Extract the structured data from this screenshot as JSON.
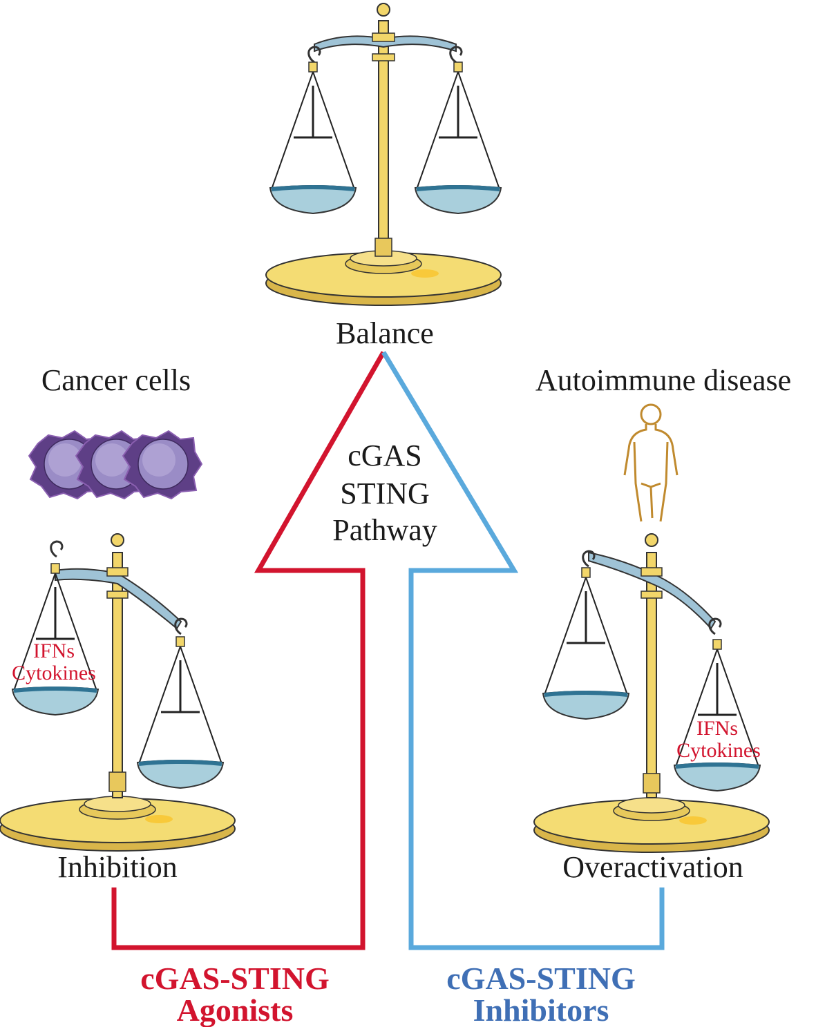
{
  "labels": {
    "balance": "Balance",
    "cancer_cells": "Cancer cells",
    "autoimmune_disease": "Autoimmune disease",
    "pathway_line1": "cGAS",
    "pathway_line2": "STING",
    "pathway_line3": "Pathway",
    "inhibition": "Inhibition",
    "overactivation": "Overactivation",
    "ifns_left": "IFNs",
    "cytokines_left": "Cytokines",
    "ifns_right": "IFNs",
    "cytokines_right": "Cytokines",
    "agonists_line1": "cGAS-STING",
    "agonists_line2": "Agonists",
    "inhibitors_line1": "cGAS-STING",
    "inhibitors_line2": "Inhibitors"
  },
  "colors": {
    "agonist_red": "#d2142e",
    "inhibitor_blue": "#5aa9dc",
    "inhibitor_text_blue": "#3f6fb5",
    "scale_gold": "#f2d66a",
    "scale_outline": "#3a3a3a",
    "beam_blue": "#9fc3d6",
    "pan_liquid": "#5a9ab4",
    "cell_purple": "#6b4a8f",
    "nucleus": "#a79ac9",
    "human_outline": "#c08a2e"
  },
  "icons": {
    "scale": "balance-scale-icon",
    "cells": "cancer-cell-icon",
    "human": "human-body-icon"
  }
}
